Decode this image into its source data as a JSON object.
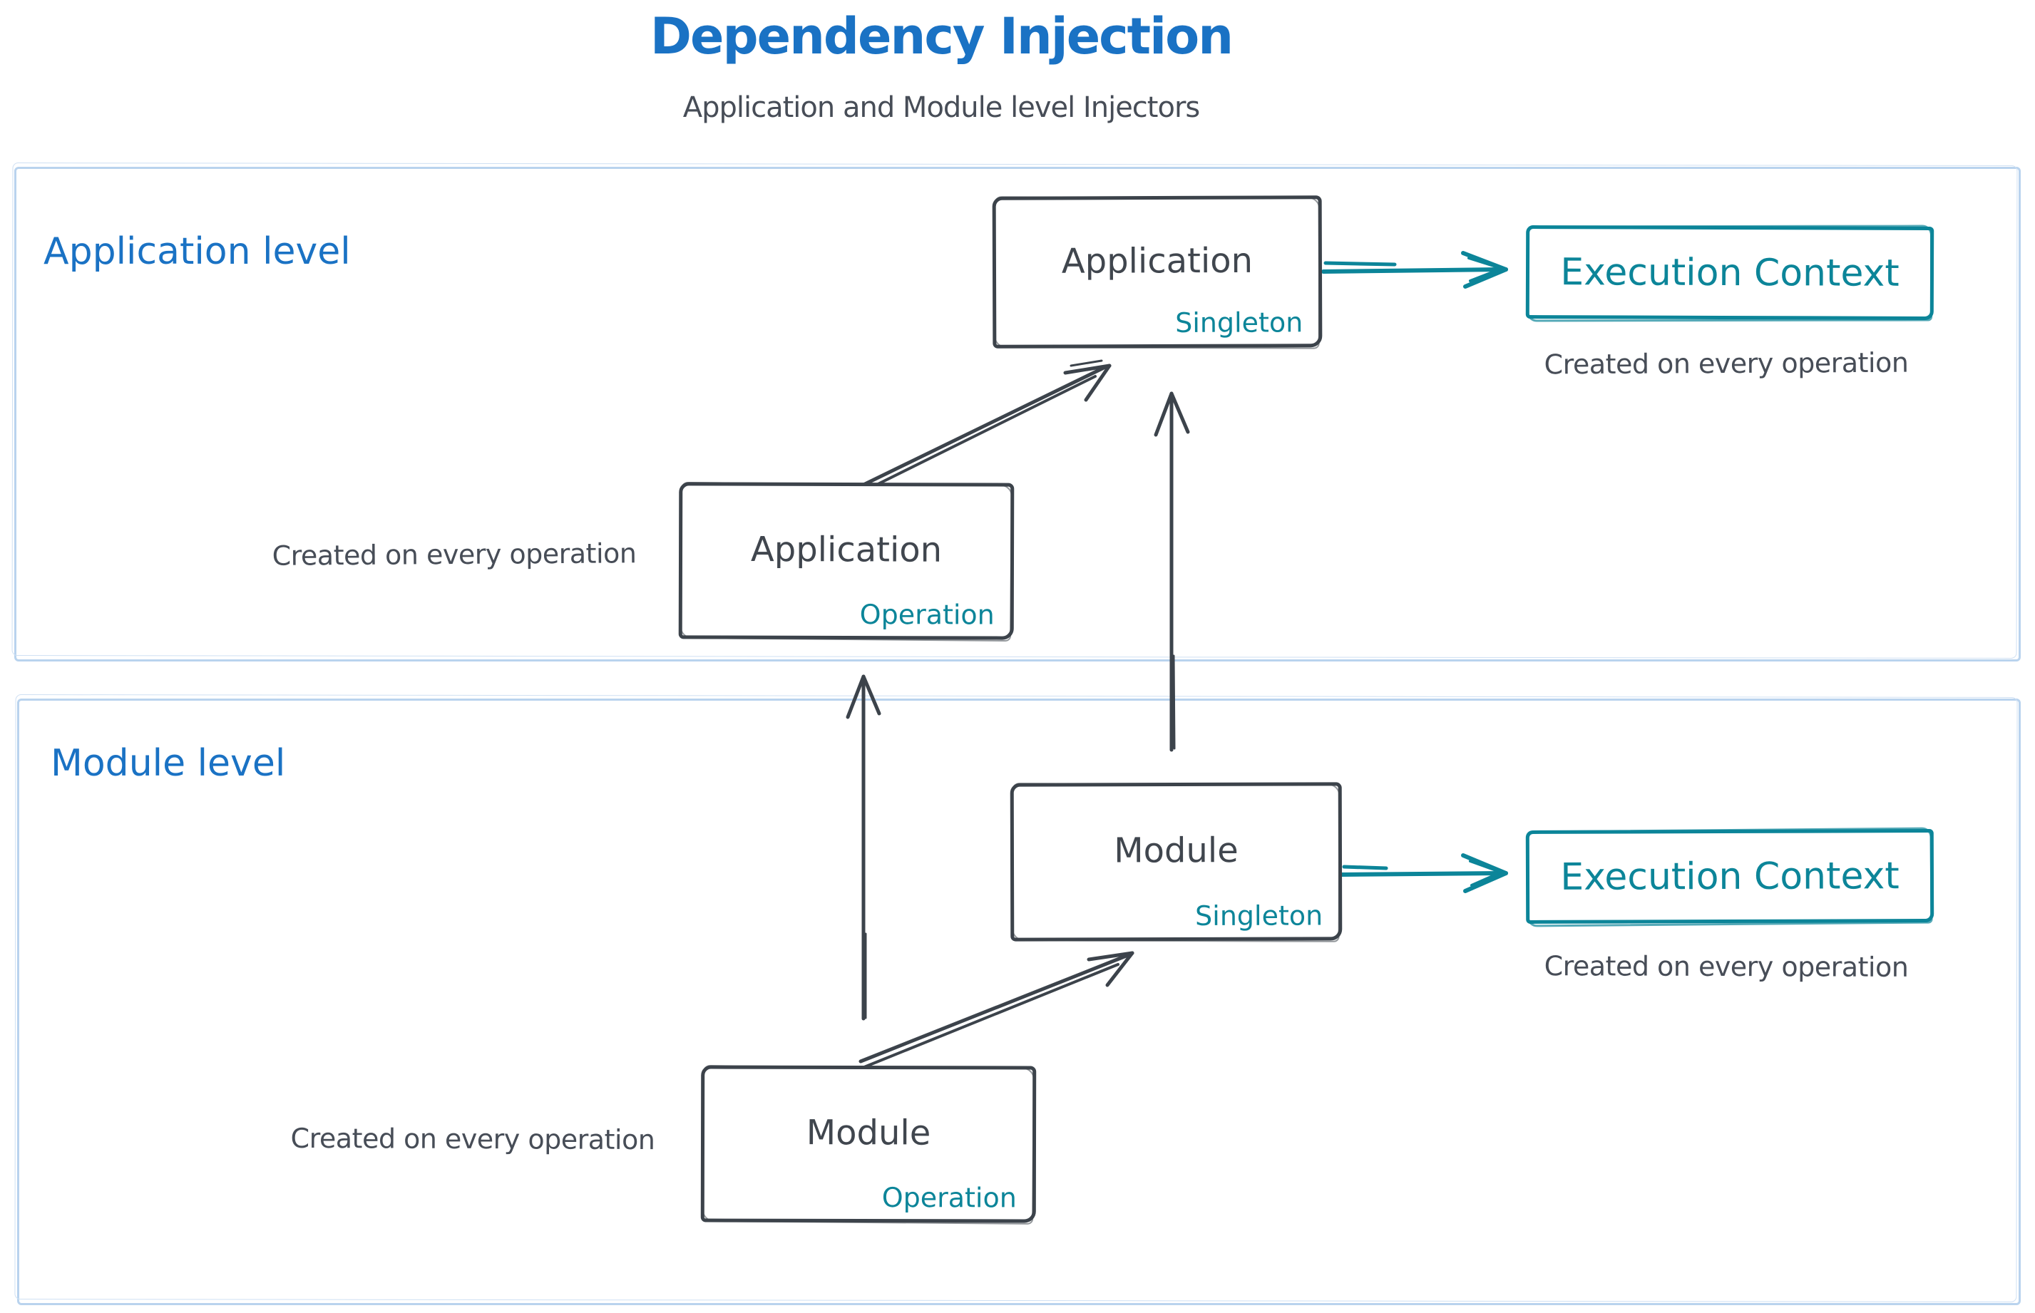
{
  "title": "Dependency Injection",
  "subtitle": "Application and Module level Injectors",
  "colors": {
    "accent_blue": "#1a72c4",
    "dark_gray": "#40464e",
    "teal": "#0c8599",
    "container_border": "#b9d3ee"
  },
  "application": {
    "label": "Application level",
    "singleton": {
      "name": "Application",
      "scope": "Singleton"
    },
    "operation": {
      "name": "Application",
      "scope": "Operation"
    },
    "operation_note": "Created on every operation",
    "execution_context": {
      "label": "Execution Context",
      "note": "Created on every operation"
    }
  },
  "module": {
    "label": "Module level",
    "singleton": {
      "name": "Module",
      "scope": "Singleton"
    },
    "operation": {
      "name": "Module",
      "scope": "Operation"
    },
    "operation_note": "Created on every operation",
    "execution_context": {
      "label": "Execution Context",
      "note": "Created on every operation"
    }
  }
}
